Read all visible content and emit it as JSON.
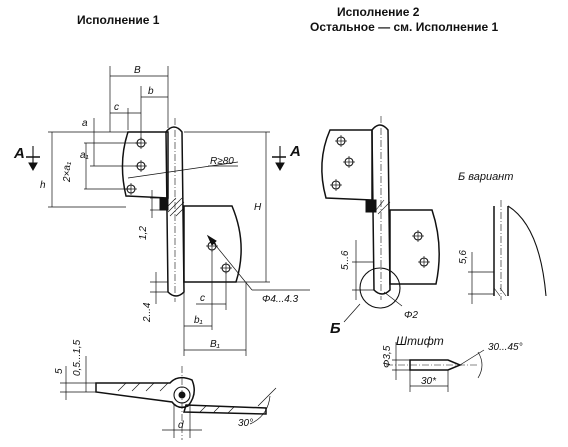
{
  "titles": {
    "variant1": "Исполнение 1",
    "variant2": "Исполнение 2",
    "variant2_sub": "Остальное — см. Исполнение 1"
  },
  "labels": {
    "b_variant": "Б вариант",
    "pin": "Штифт",
    "section_a_left": "А",
    "section_a_right": "А",
    "detail_b": "Б"
  },
  "dimensions": {
    "B": "B",
    "b": "b",
    "c": "c",
    "a": "a",
    "a1": "a₁",
    "two_a1": "2×a₁",
    "h": "h",
    "H": "H",
    "R80": "R≥80",
    "hole": "Φ4...4.3",
    "d12": "1,2",
    "d24": "2...4",
    "c2": "c",
    "b1": "b₁",
    "B1": "B₁",
    "d56": "5...6",
    "phi2": "Φ2",
    "d56b": "5,6",
    "phi35": "Φ3,5",
    "angle": "30...45°",
    "len30": "30*",
    "s5": "5",
    "s05": "0,5...1,5",
    "d": "d",
    "ang30": "30°"
  }
}
